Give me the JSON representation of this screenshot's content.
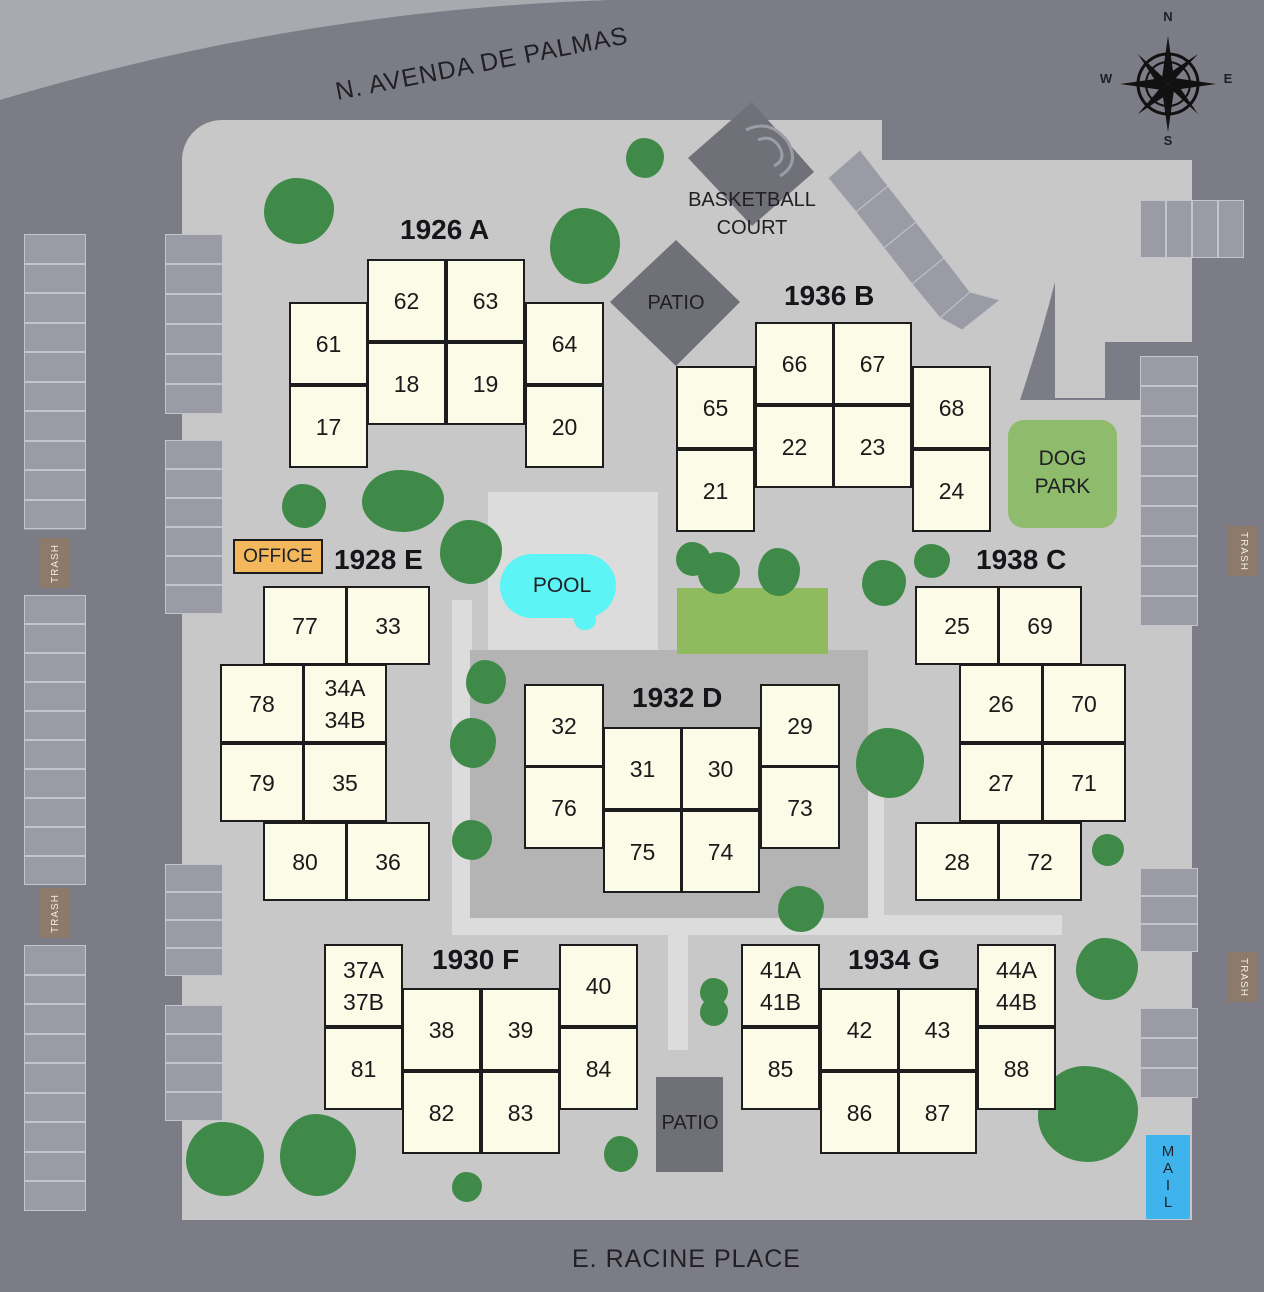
{
  "streets": {
    "north": "N. AVENDA DE PALMAS",
    "south": "E. RACINE PLACE"
  },
  "compass": {
    "north": "N",
    "south": "S",
    "east": "E",
    "west": "W"
  },
  "amenities": {
    "basketball": "BASKETBALL\nCOURT",
    "patio_north": "PATIO",
    "patio_south": "PATIO",
    "pool": "POOL",
    "dog_park": "DOG\nPARK",
    "office": "OFFICE",
    "mail": "M\nA\nI\nL",
    "trash": "TRASH"
  },
  "buildings": [
    {
      "name": "1926 A",
      "units": [
        "61",
        "17",
        "62",
        "63",
        "18",
        "19",
        "64",
        "20"
      ]
    },
    {
      "name": "1936 B",
      "units": [
        "65",
        "21",
        "66",
        "67",
        "22",
        "23",
        "68",
        "24"
      ]
    },
    {
      "name": "1928 E",
      "units": [
        "77",
        "33",
        "78",
        "34A\n34B",
        "79",
        "35",
        "80",
        "36"
      ]
    },
    {
      "name": "1938 C",
      "units": [
        "25",
        "69",
        "26",
        "70",
        "27",
        "71",
        "28",
        "72"
      ]
    },
    {
      "name": "1932 D",
      "units": [
        "32",
        "76",
        "31",
        "30",
        "75",
        "74",
        "29",
        "73"
      ]
    },
    {
      "name": "1930 F",
      "units": [
        "37A\n37B",
        "81",
        "38",
        "39",
        "82",
        "83",
        "40",
        "84"
      ]
    },
    {
      "name": "1934 G",
      "units": [
        "41A\n41B",
        "85",
        "42",
        "43",
        "86",
        "87",
        "44A\n44B",
        "88"
      ]
    }
  ],
  "colors": {
    "road": "#7b7c86",
    "lot": "#a9aab0",
    "ground": "#c8c8c8",
    "tree": "#3f8a48",
    "unit_fill": "#fbfbe8",
    "pool": "#5cf4f4",
    "dog_park": "#8fbb6c",
    "lawn": "#8fbb5e",
    "office": "#f3b85c",
    "mail": "#3fb4ec",
    "trash": "#8e7a6a",
    "patio": "#707079"
  }
}
